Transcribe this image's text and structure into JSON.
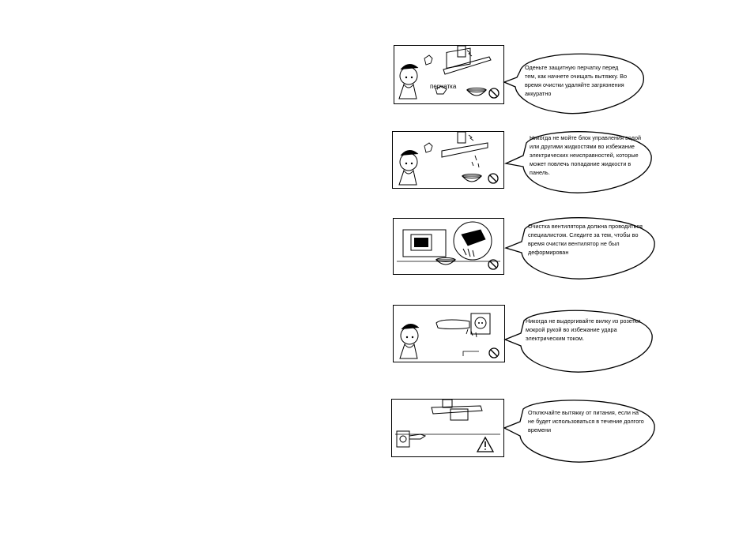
{
  "steps": [
    {
      "text": "Оденьте защитную перчатку перед тем, как начнете очищать вытяжку. Во время очистки удаляйте загрязнения аккуратно",
      "label": "перчатка"
    },
    {
      "text": "Никогда не мойте блок управления водой или другими жидкостями во избежание электрических неисправностей, которые может повлечь попадание жидкости в панель."
    },
    {
      "text": "Очистка вентилятора должна проводиться специалистом. Следите за тем, чтобы во время очистки вентилятор не был деформирован"
    },
    {
      "text": "Никогда не выдергивайте вилку из розетки мокрой рукой во избежание удара электрическим током."
    },
    {
      "text": "Отключайте вытяжку от питания, если на не будет использоваться в течение долгого времени"
    }
  ]
}
